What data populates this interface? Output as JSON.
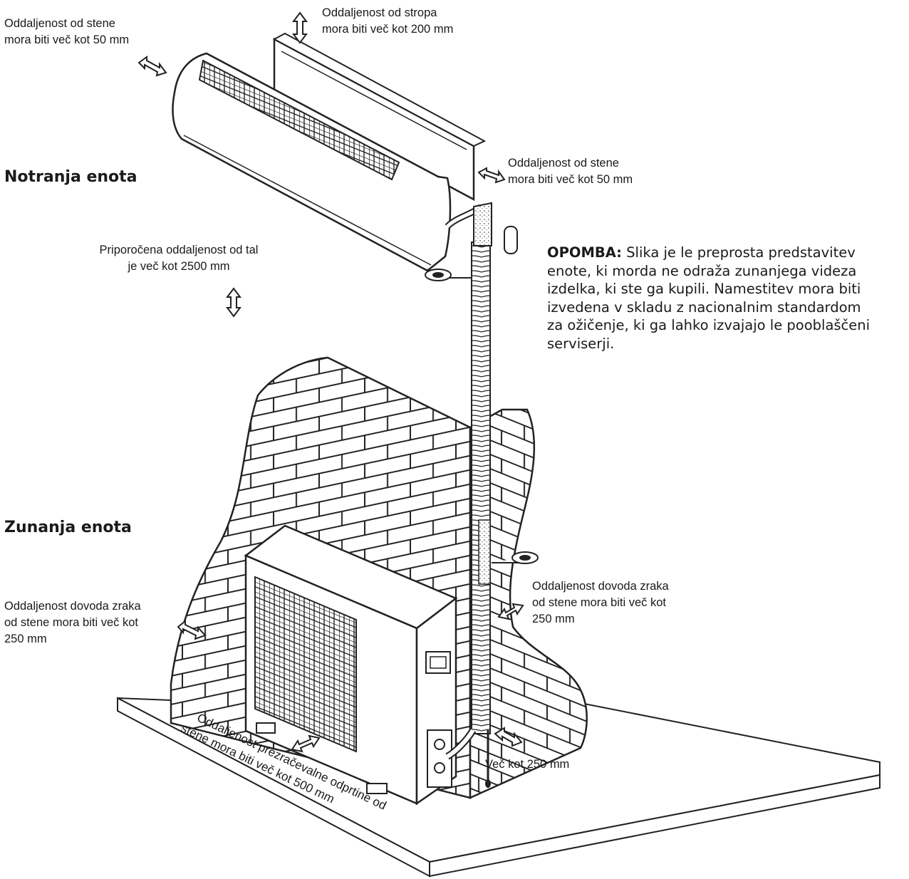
{
  "title": "",
  "units": {
    "indoor": "Notranja enota",
    "outdoor": "Zunanja enota"
  },
  "labels": {
    "wall_left": [
      "Oddaljenost od stene",
      "mora biti več kot 50 mm"
    ],
    "ceiling": [
      "Oddaljenost od stropa",
      "mora biti več kot 200 mm"
    ],
    "wall_right": [
      "Oddaljenost od stene",
      "mora biti več kot 50 mm"
    ],
    "floor": [
      "Priporočena oddaljenost od tal",
      "je več kot 2500 mm"
    ],
    "intake_left": [
      "Oddaljenost dovoda zraka",
      "od stene mora biti več kot",
      "250 mm"
    ],
    "intake_right": [
      "Oddaljenost dovoda zraka",
      "od stene mora biti več kot",
      "250 mm"
    ],
    "side_clearance": "Več kot 250 mm",
    "vent_clearance": [
      "Oddaljenost prezračevalne odprtine od",
      "stene mora biti več kot 500 mm"
    ]
  },
  "note": {
    "heading": "OPOMBA:",
    "lines": [
      " Slika je le preprosta predstavitev",
      "enote, ki morda ne odraža zunanjega videza",
      "izdelka, ki ste ga kupili. Namestitev mora biti",
      "izvedena v skladu z nacionalnim standardom",
      "za ožičenje, ki ga lahko izvajajo le pooblaščeni",
      "serviserji."
    ]
  },
  "colors": {
    "ink": "#1a1a1a",
    "background": "#ffffff"
  }
}
